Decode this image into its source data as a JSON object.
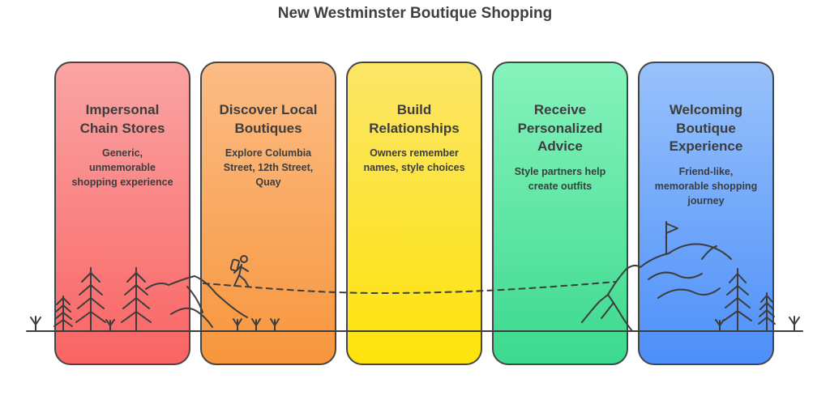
{
  "title": "New Westminster Boutique Shopping",
  "stages": [
    {
      "heading": "Impersonal\nChain Stores",
      "description": "Generic,\nunmemorable\nshopping experience",
      "color_top": "#fba4a4",
      "color_bottom": "#f96464"
    },
    {
      "heading": "Discover Local\nBoutiques",
      "description": "Explore Columbia\nStreet, 12th Street,\nQuay",
      "color_top": "#fcbc85",
      "color_bottom": "#f7963d"
    },
    {
      "heading": "Build\nRelationships",
      "description": "Owners remember\nnames, style choices",
      "color_top": "#fbe567",
      "color_bottom": "#fee40b"
    },
    {
      "heading": "Receive\nPersonalized\nAdvice",
      "description": "Style partners help\ncreate outfits",
      "color_top": "#86f3bc",
      "color_bottom": "#3cd98f"
    },
    {
      "heading": "Welcoming\nBoutique\nExperience",
      "description": "Friend-like,\nmemorable shopping\njourney",
      "color_top": "#98c2fb",
      "color_bottom": "#4d8ffa"
    }
  ],
  "illustration": {
    "icons": [
      "pine-tree-icon",
      "hill-icon",
      "hiker-icon",
      "summit-flag-icon",
      "grass-tuft-icon",
      "dashed-path"
    ]
  }
}
